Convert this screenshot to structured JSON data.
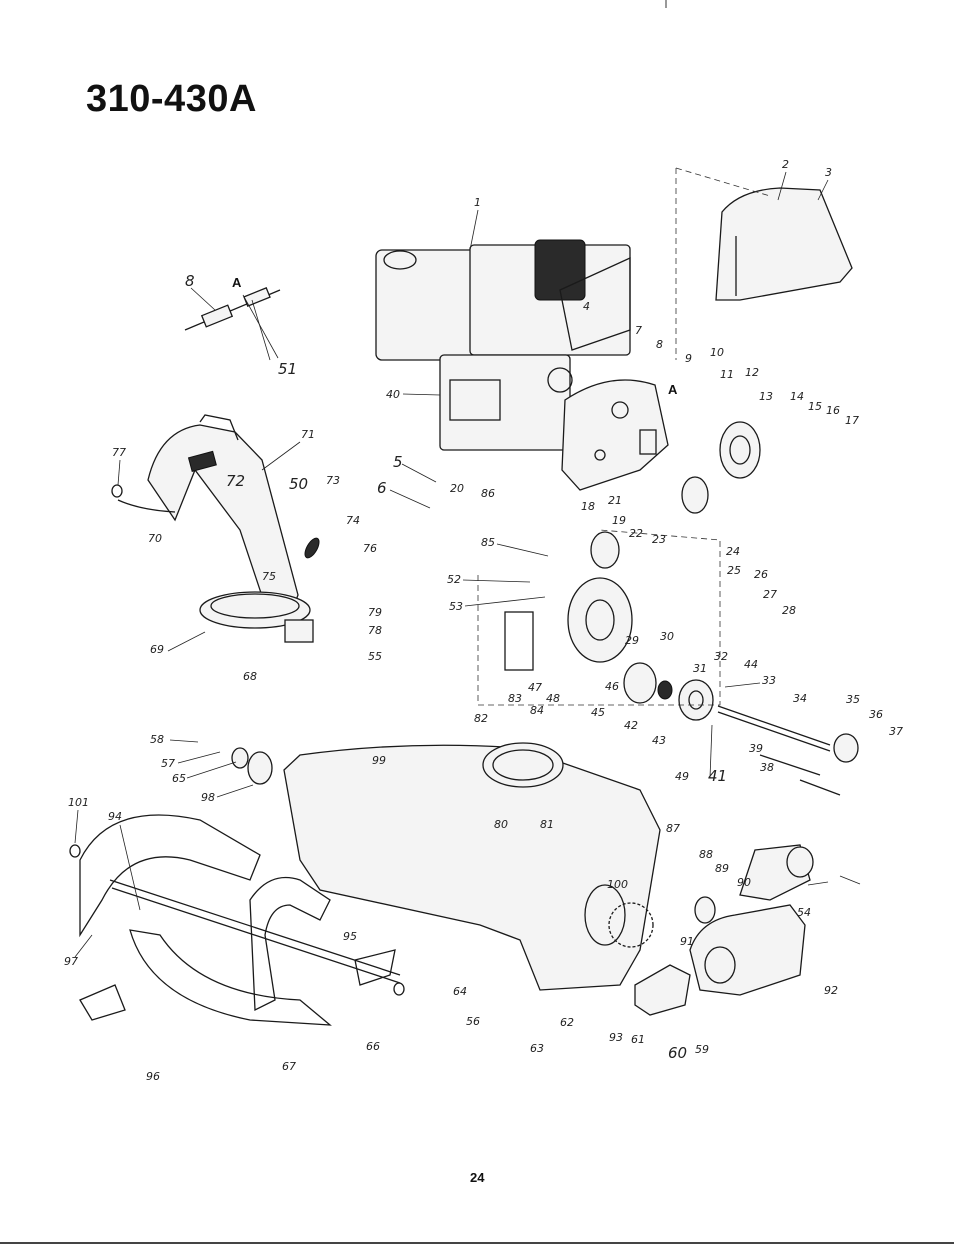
{
  "header": {
    "model_number": "310-430A"
  },
  "footer": {
    "page_number": "24"
  },
  "diagram": {
    "detail_letter": "A",
    "callouts": [
      "1",
      "2",
      "3",
      "4",
      "5",
      "6",
      "7",
      "8",
      "9",
      "10",
      "11",
      "12",
      "13",
      "14",
      "15",
      "16",
      "17",
      "18",
      "19",
      "20",
      "21",
      "22",
      "23",
      "24",
      "25",
      "26",
      "27",
      "28",
      "29",
      "30",
      "31",
      "32",
      "33",
      "34",
      "35",
      "36",
      "37",
      "38",
      "39",
      "40",
      "41",
      "42",
      "43",
      "44",
      "45",
      "46",
      "47",
      "48",
      "49",
      "50",
      "51",
      "52",
      "53",
      "54",
      "55",
      "56",
      "57",
      "58",
      "59",
      "60",
      "61",
      "62",
      "63",
      "64",
      "65",
      "66",
      "67",
      "68",
      "69",
      "70",
      "71",
      "72",
      "73",
      "74",
      "75",
      "76",
      "77",
      "78",
      "79",
      "80",
      "81",
      "82",
      "83",
      "84",
      "85",
      "86",
      "87",
      "88",
      "89",
      "90",
      "91",
      "92",
      "93",
      "94",
      "95",
      "96",
      "97",
      "98",
      "99",
      "100",
      "101"
    ]
  }
}
